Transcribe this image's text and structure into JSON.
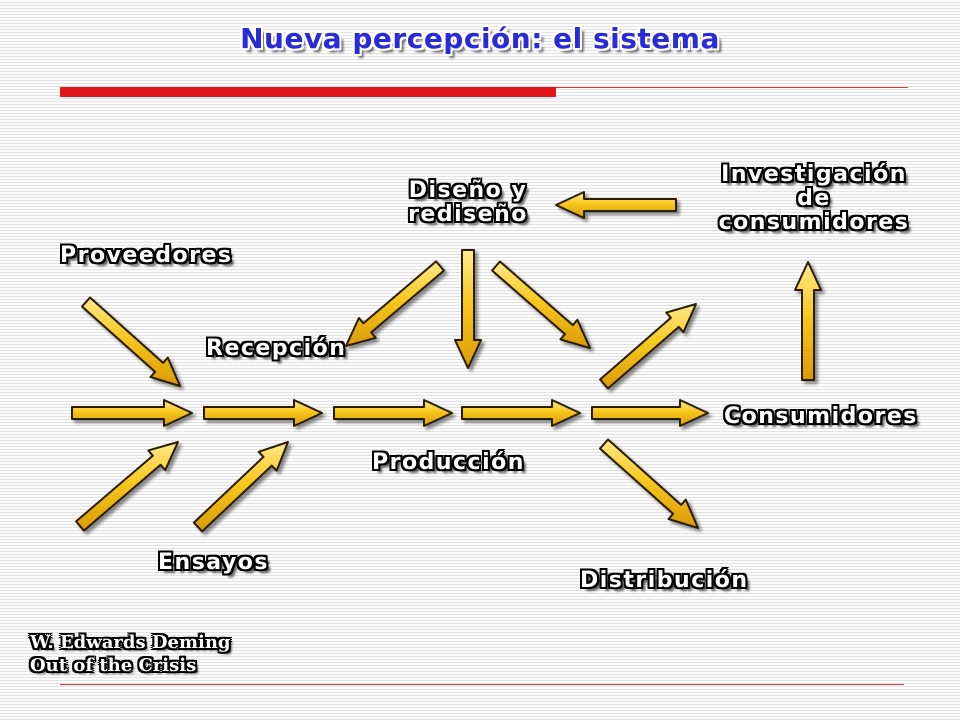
{
  "title": "Nueva percepción: el sistema",
  "nodes": {
    "proveedores": "Proveedores",
    "recepcion": "Recepción",
    "diseno_line1": "Diseño y",
    "diseno_line2": "rediseño",
    "investigacion_line1": "Investigación",
    "investigacion_line2": "de",
    "investigacion_line3": "consumidores",
    "consumidores": "Consumidores",
    "produccion": "Producción",
    "ensayos": "Ensayos",
    "distribucion": "Distribución"
  },
  "credit": {
    "line1": "W. Edwards Deming",
    "line2": "Out of the Crisis"
  },
  "colors": {
    "title": "#2a2ad8",
    "accent_bar": "#e0161b",
    "arrow_fill": "#f4c21a",
    "arrow_outline": "#2a1e00"
  }
}
